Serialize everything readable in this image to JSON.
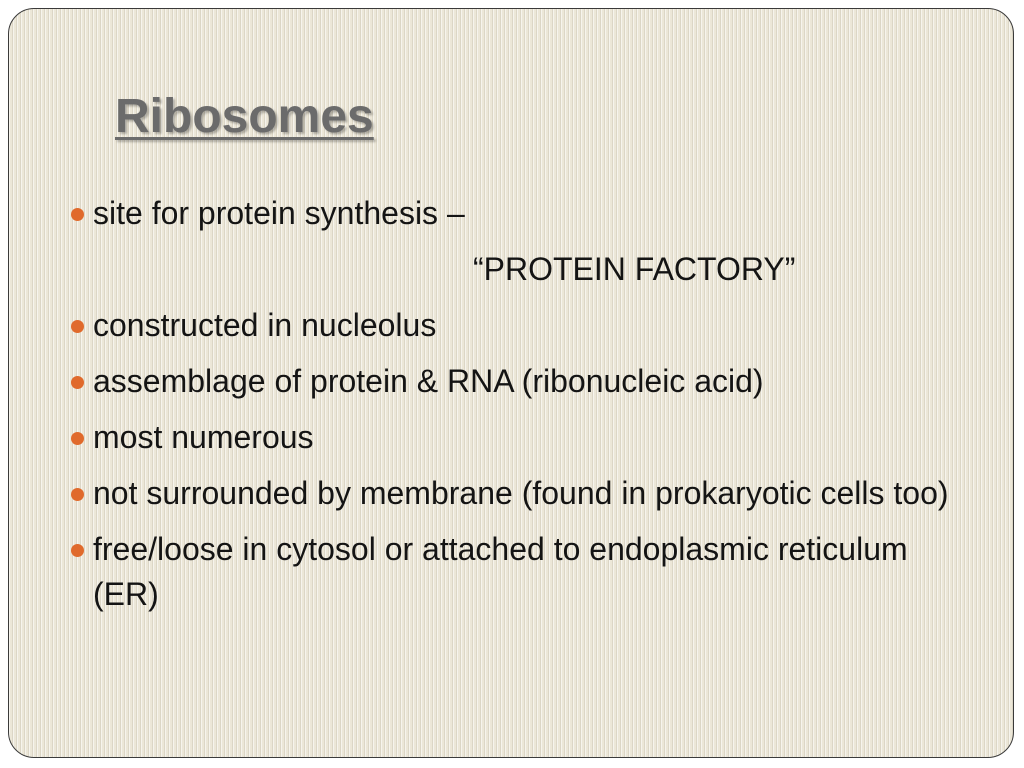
{
  "slide": {
    "title": "Ribosomes",
    "bullets": [
      {
        "text": "site for protein synthesis –",
        "subline": "“PROTEIN FACTORY”"
      },
      {
        "text": "constructed in nucleolus"
      },
      {
        "text": "assemblage of protein & RNA (ribonucleic acid)"
      },
      {
        "text": "most numerous"
      },
      {
        "text": "not surrounded by membrane (found in prokaryotic cells too)"
      },
      {
        "text": "free/loose in cytosol or attached to endoplasmic reticulum (ER)"
      }
    ]
  },
  "colors": {
    "background": "#ece7d8",
    "title": "#6b6b6b",
    "bullet": "#e06a2c",
    "text": "#141414"
  }
}
